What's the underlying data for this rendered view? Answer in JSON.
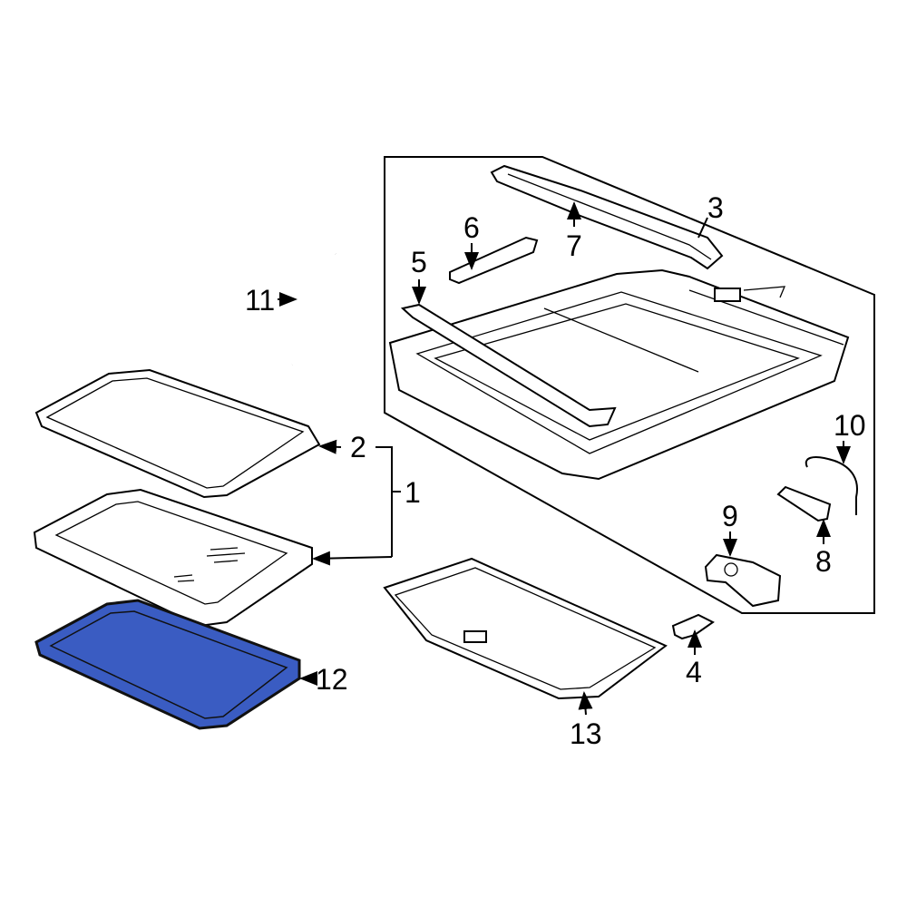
{
  "callouts": {
    "c1": "1",
    "c2": "2",
    "c3": "3",
    "c4": "4",
    "c5": "5",
    "c6": "6",
    "c7": "7",
    "c8": "8",
    "c9": "9",
    "c10": "10",
    "c11": "11",
    "c12": "12",
    "c13": "13"
  },
  "highlight_color": "#3a5cc2",
  "highlighted_part": "12"
}
